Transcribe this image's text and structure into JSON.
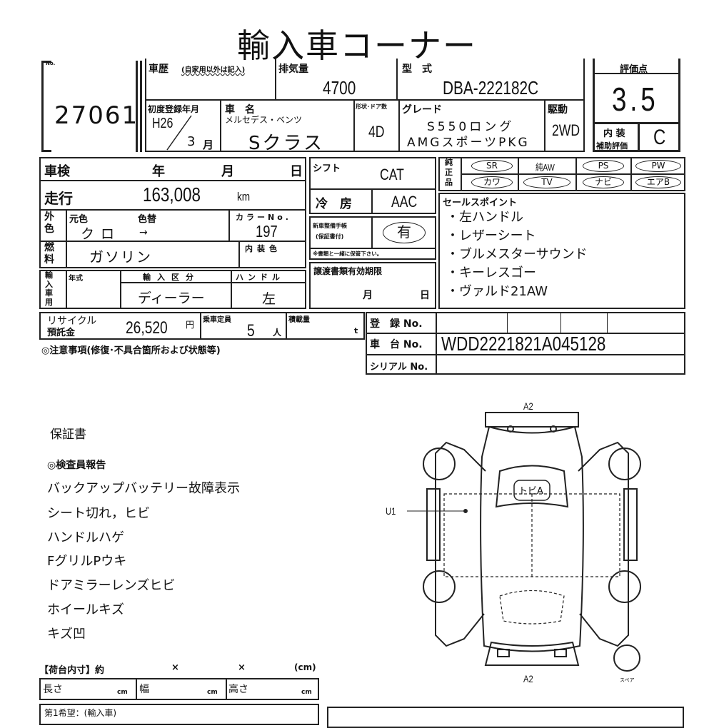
{
  "title": "輸入車コーナー",
  "lot": {
    "label": "No.",
    "number": "27061"
  },
  "history": {
    "label": "車歴",
    "note": "(自家用以外は記入)"
  },
  "displacement": {
    "label": "排気量",
    "value": "4700"
  },
  "model_code": {
    "label": "型　式",
    "value": "DBA-222182C"
  },
  "first_reg": {
    "label": "初度登録年月",
    "year": "H26",
    "month": "3",
    "month_unit": "月"
  },
  "car_name": {
    "label": "車　名",
    "maker": "メルセデス・ベンツ",
    "name": "Sクラス"
  },
  "doors": {
    "label": "形状･ドア数",
    "value": "4D"
  },
  "grade": {
    "label": "グレード",
    "line1": "S550ロング",
    "line2": "AMGスポーツPKG"
  },
  "drive": {
    "label": "駆動",
    "value": "2WD"
  },
  "score": {
    "label": "評価点",
    "value": "3.5",
    "interior_label1": "内 装",
    "interior_label2": "補助評価",
    "interior_value": "C"
  },
  "inspection": {
    "label": "車検",
    "year": "年",
    "month": "月",
    "day": "日"
  },
  "mileage": {
    "label": "走行",
    "value": "163,008",
    "unit": "km"
  },
  "exterior": {
    "label": "外色",
    "orig_label": "元色",
    "change_label": "色替",
    "orig": "クロ",
    "change": "→",
    "color_no_label": "カラーNo.",
    "color_no": "197"
  },
  "fuel": {
    "label": "燃料",
    "value": "ガソリン",
    "interior_color_label": "内装色"
  },
  "import": {
    "label": "輸入車用",
    "year_label": "年式",
    "class_label": "輸入区分",
    "class_value": "ディーラー",
    "handle_label": "ハンドル",
    "handle_value": "左"
  },
  "shift": {
    "label": "シフト",
    "value": "CAT"
  },
  "ac": {
    "label": "冷　房",
    "value": "AAC"
  },
  "manual": {
    "label1": "新車整備手帳",
    "label2": "(保証書付)",
    "value": "有",
    "note": "※書類と一緒に保管下さい。"
  },
  "transfer": {
    "label": "譲渡書類有効期限",
    "month": "月",
    "day": "日"
  },
  "genuine": {
    "label": "純正品",
    "items": [
      "SR",
      "純AW",
      "PS",
      "PW",
      "カワ",
      "TV",
      "ナビ",
      "エアB"
    ]
  },
  "sales_points": {
    "label": "セールスポイント",
    "items": [
      "・左ハンドル",
      "・レザーシート",
      "・ブルメスターサウンド",
      "・キーレスゴー",
      "・ヴァルド21AW"
    ]
  },
  "recycle": {
    "label1": "リサイクル",
    "label2": "預託金",
    "value": "26,520",
    "unit": "円"
  },
  "capacity": {
    "label": "乗車定員",
    "value": "5",
    "unit": "人"
  },
  "load": {
    "label": "積載量",
    "unit": "t"
  },
  "registration": {
    "reg_label": "登　録 No.",
    "chassis_label": "車　台 No.",
    "chassis_value": "WDD2221821A045128",
    "serial_label": "シリアル No."
  },
  "caution": "◎注意事項(修復･不具合箇所および状態等)",
  "warranty": "保証書",
  "report": {
    "title": "◎検査員報告",
    "items": [
      "バックアップバッテリー故障表示",
      "シート切れ，ヒビ",
      "ハンドルハゲ",
      "FグリルPウキ",
      "ドアミラーレンズヒビ",
      "ホイールキズ",
      "キズ凹"
    ]
  },
  "diagram": {
    "top": "A2",
    "bottom": "A2",
    "roof": "トビA",
    "left": "U1",
    "spare": "スペア"
  },
  "cargo": {
    "label": "【荷台内寸】約",
    "x1": "×",
    "x2": "×",
    "unit": "(cm)",
    "length": "長さ",
    "width": "幅",
    "height": "高さ",
    "cm": "cm"
  },
  "wish": "第1希望：(輸入車)"
}
